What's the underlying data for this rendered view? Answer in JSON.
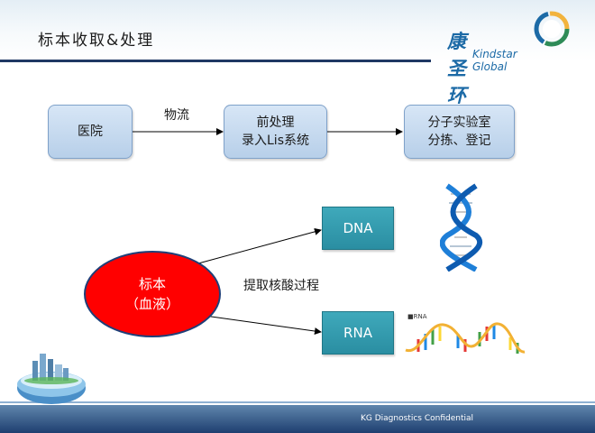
{
  "title": "标本收取&处理",
  "brand": {
    "cn": "康圣环球",
    "en": "Kindstar Global"
  },
  "flow": {
    "hospital": "医院",
    "logistics": "物流",
    "preprocess_line1": "前处理",
    "preprocess_line2": "录入Lis系统",
    "lab_line1": "分子实验室",
    "lab_line2": "分拣、登记"
  },
  "sample": {
    "line1": "标本",
    "line2": "（血液）"
  },
  "extraction_label": "提取核酸过程",
  "outputs": {
    "dna": "DNA",
    "rna": "RNA"
  },
  "rna_image_label": "■RNA",
  "footer": "KG Diagnostics Confidential",
  "colors": {
    "accent": "#1f3864",
    "teal": "#2a8ea2",
    "sample_red": "#ff0000",
    "box_blue": "#b7cfe9"
  }
}
